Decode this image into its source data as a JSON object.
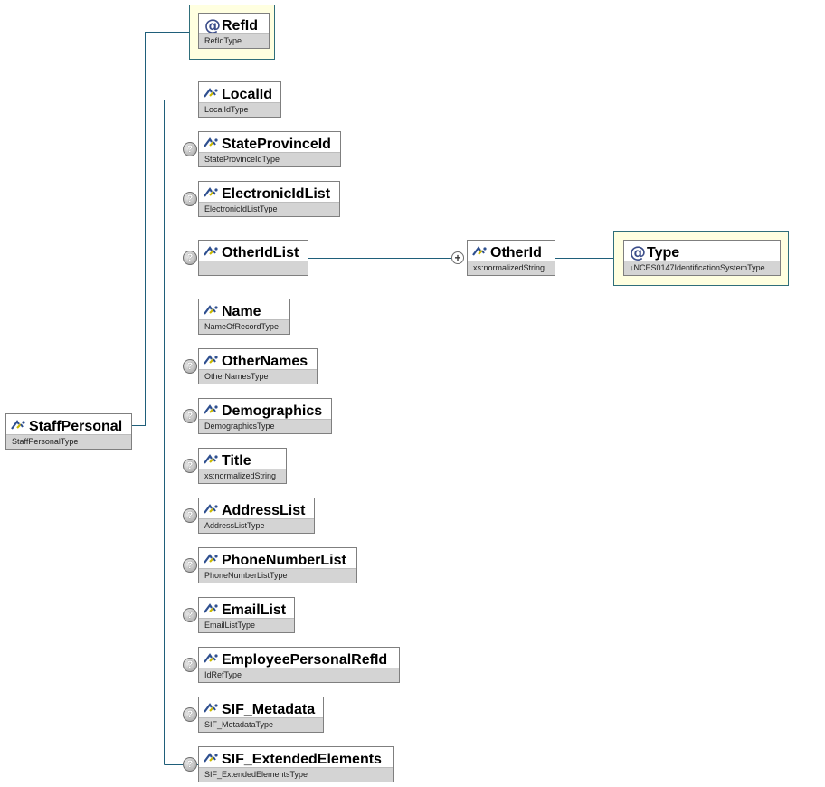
{
  "root": {
    "name": "StaffPersonal",
    "type": "StaffPersonalType"
  },
  "attribute": {
    "name": "RefId",
    "type": "RefIdType"
  },
  "elements": [
    {
      "name": "LocalId",
      "type": "LocalIdType",
      "optional": false
    },
    {
      "name": "StateProvinceId",
      "type": "StateProvinceIdType",
      "optional": true
    },
    {
      "name": "ElectronicIdList",
      "type": "ElectronicIdListType",
      "optional": true
    },
    {
      "name": "OtherIdList",
      "type": "",
      "optional": true
    },
    {
      "name": "Name",
      "type": "NameOfRecordType",
      "optional": false
    },
    {
      "name": "OtherNames",
      "type": "OtherNamesType",
      "optional": true
    },
    {
      "name": "Demographics",
      "type": "DemographicsType",
      "optional": true
    },
    {
      "name": "Title",
      "type": "xs:normalizedString",
      "optional": true
    },
    {
      "name": "AddressList",
      "type": "AddressListType",
      "optional": true
    },
    {
      "name": "PhoneNumberList",
      "type": "PhoneNumberListType",
      "optional": true
    },
    {
      "name": "EmailList",
      "type": "EmailListType",
      "optional": true
    },
    {
      "name": "EmployeePersonalRefId",
      "type": "IdRefType",
      "optional": true
    },
    {
      "name": "SIF_Metadata",
      "type": "SIF_MetadataType",
      "optional": true
    },
    {
      "name": "SIF_ExtendedElements",
      "type": "SIF_ExtendedElementsType",
      "optional": true
    }
  ],
  "otherid": {
    "name": "OtherId",
    "type": "xs:normalizedString"
  },
  "otherid_attribute": {
    "name": "Type",
    "type": "↓NCES0147IdentificationSystemType"
  },
  "symbols": {
    "optional": "?",
    "expand": "+",
    "attribute": "@"
  },
  "colors": {
    "connector": "#1f5f7a",
    "attribute_fill": "#ffffe0",
    "type_bar": "#d4d4d4"
  }
}
